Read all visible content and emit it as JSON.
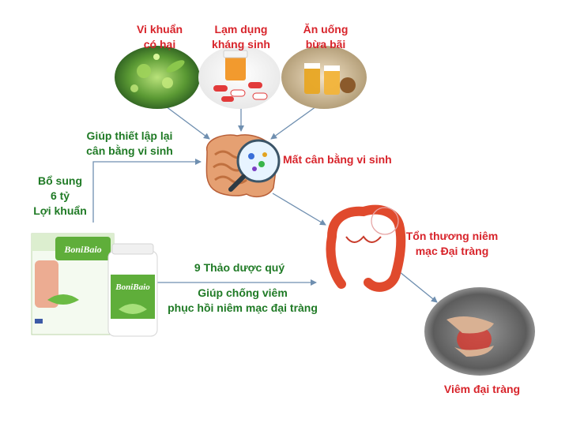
{
  "causes": {
    "bacteria": [
      "Vi khuẩn",
      "có hại"
    ],
    "antibiotics": [
      "Lạm dụng",
      "kháng sinh"
    ],
    "eating": [
      "Ăn uống",
      "bừa bãi"
    ]
  },
  "imbalance": "Mất cân bằng vi sinh",
  "restore_balance": [
    "Giúp  thiết lập lại",
    "cân bằng vi sinh"
  ],
  "supplement": [
    "Bổ sung",
    "6 tỷ",
    "Lợi khuẩn"
  ],
  "herbs": "9 Thảo dược quý",
  "anti_inflammation": [
    "Giúp chống viêm",
    "phục hồi niêm mạc đại tràng"
  ],
  "mucosa_damage": [
    "Tổn thương niêm",
    "mạc Đại tràng"
  ],
  "colitis": "Viêm đại tràng",
  "product": {
    "brand": "BoniBaio"
  },
  "colors": {
    "red": "#d8242b",
    "green": "#1f7a25",
    "arrow": "#6f8fb0",
    "product_green": "#5fae3a"
  }
}
